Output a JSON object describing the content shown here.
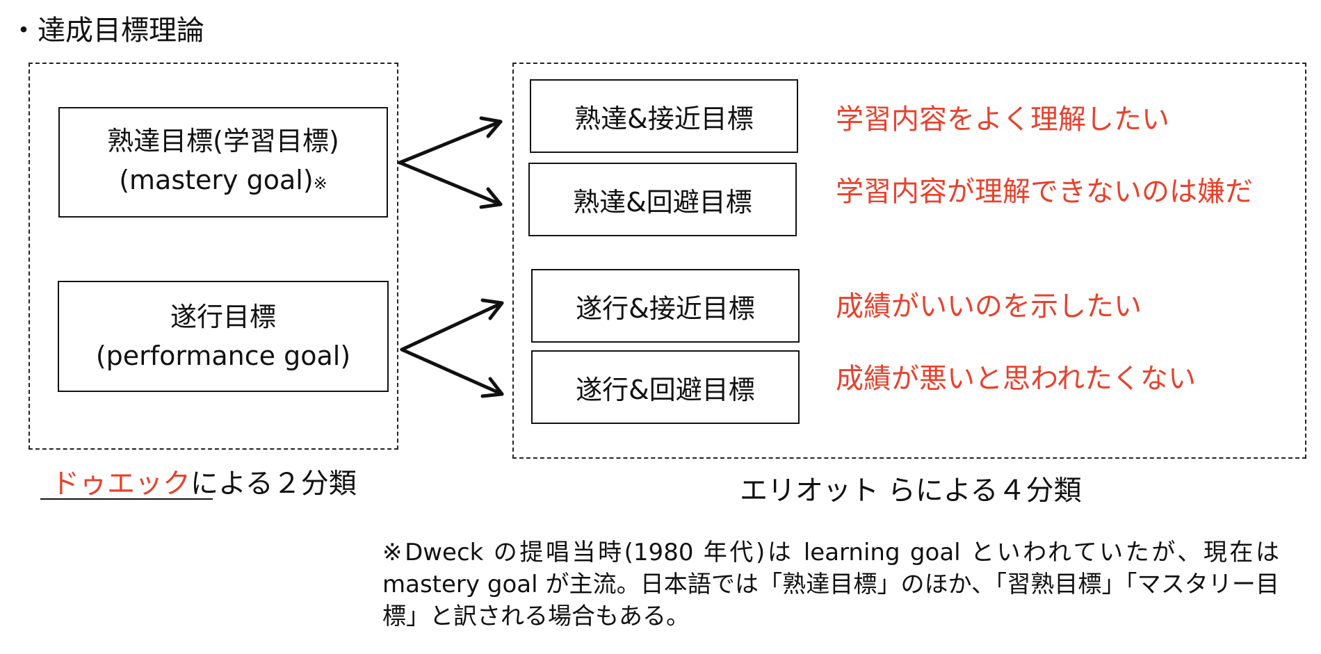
{
  "title": "・達成目標理論",
  "left_group": {
    "mastery": {
      "line1": "熟達目標(学習目標)",
      "line2": "(mastery goal)",
      "mark": "※"
    },
    "performance": {
      "line1": "遂行目標",
      "line2": "(performance goal)"
    },
    "caption_name": "ドゥエック",
    "caption_rest": "による２分類"
  },
  "right_group": {
    "boxes": [
      {
        "label": "熟達&接近目標",
        "desc": "学習内容をよく理解したい"
      },
      {
        "label": "熟達&回避目標",
        "desc": "学習内容が理解できないのは嫌だ"
      },
      {
        "label": "遂行&接近目標",
        "desc": "成績がいいのを示したい"
      },
      {
        "label": "遂行&回避目標",
        "desc": "成績が悪いと思われたくない"
      }
    ],
    "caption": "エリオット らによる４分類"
  },
  "footnote": "※Dweck の提唱当時(1980 年代)は learning goal といわれていたが、現在は mastery goal が主流。日本語では「熟達目標」のほか、「習熟目標」「マスタリー目標」と訳される場合もある。",
  "colors": {
    "accent": "#e8412c",
    "ink": "#111111"
  }
}
